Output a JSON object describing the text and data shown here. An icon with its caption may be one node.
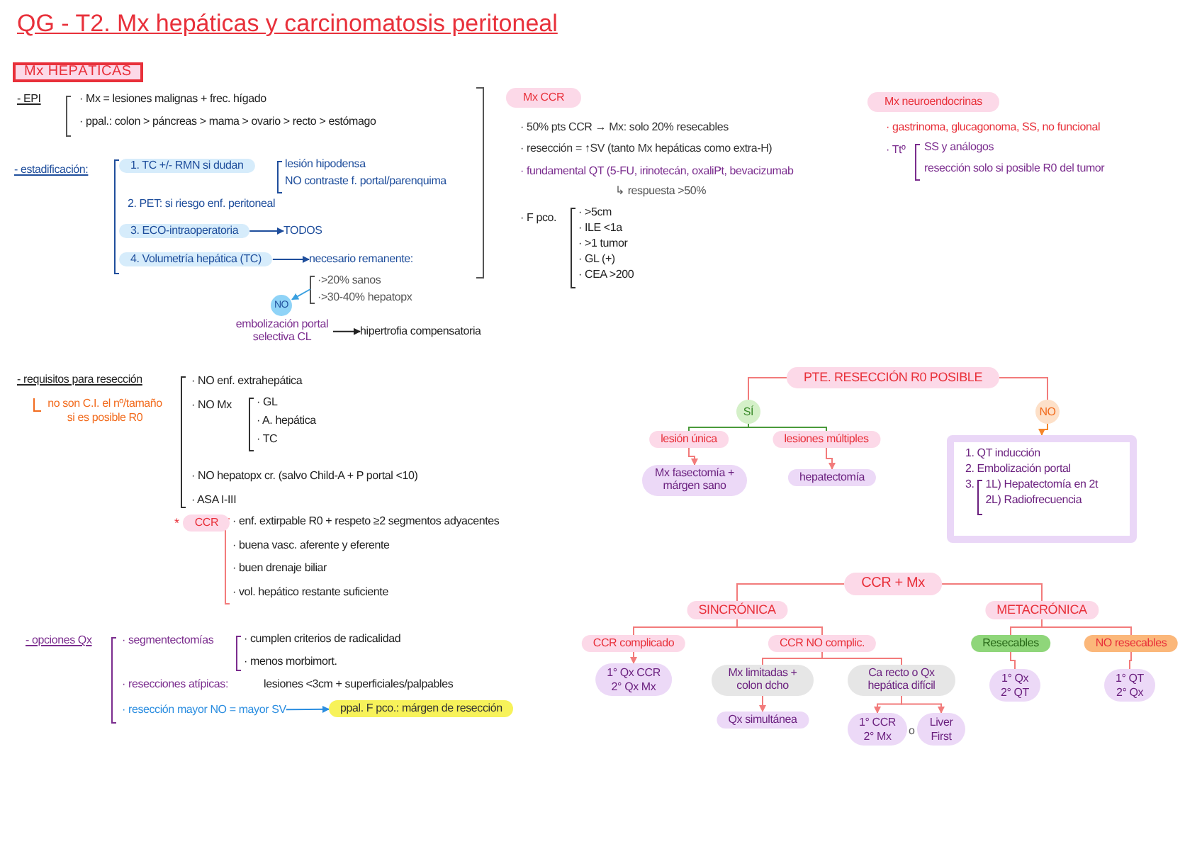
{
  "diagram": {
    "title": "QG - T2. Mx hepáticas y carcinomatosis peritoneal",
    "nodes": [
      {
        "text": [
          "Mx HEPÁTICAS"
        ]
      },
      {
        "text": [
          "1. TC +/- RMN si dudan"
        ]
      },
      {
        "text": [
          "3. ECO-intraoperatoria"
        ]
      },
      {
        "text": [
          "TODOS"
        ]
      },
      {
        "text": [
          "4. Volumetría hepática (TC)"
        ]
      },
      {
        "text": [
          "necesario remanente:"
        ]
      },
      {
        "text": [
          "NO"
        ]
      },
      {
        "text": [
          "embolización portal selectiva CL"
        ]
      },
      {
        "text": [
          "hipertrofia compensatoria"
        ]
      },
      {
        "text": [
          "Mx CCR"
        ]
      },
      {
        "text": [
          "Mx neuroendocrinas"
        ]
      },
      {
        "text": [
          "CCR"
        ],
        "beside": [
          "*"
        ]
      },
      {
        "text": [
          "· resección mayor NO = mayor SV"
        ]
      },
      {
        "text": [
          "ppal. F pco.: márgen de resección"
        ]
      },
      {
        "text": [
          "PTE. RESECCIÓN R0 POSIBLE"
        ]
      },
      {
        "text": [
          "SÍ"
        ]
      },
      {
        "text": [
          "NO"
        ]
      },
      {
        "text": [
          "lesión única"
        ]
      },
      {
        "text": [
          "lesiones múltiples"
        ]
      },
      {
        "text": [
          "Mx fasectomía + márgen sano"
        ]
      },
      {
        "text": [
          "hepatectomía"
        ]
      },
      {
        "text": [
          "1. QT inducción",
          "2. Embolización portal",
          "3.",
          "1L) Hepatectomía en 2t",
          "2L) Radiofrecuencia"
        ]
      },
      {
        "text": [
          "CCR + Mx"
        ]
      },
      {
        "text": [
          "SINCRÓNICA"
        ]
      },
      {
        "text": [
          "METACRÓNICA"
        ]
      },
      {
        "text": [
          "CCR complicado"
        ]
      },
      {
        "text": [
          "CCR NO complic."
        ]
      },
      {
        "text": [
          "1° Qx CCR",
          "2° Qx Mx"
        ]
      },
      {
        "text": [
          "Mx limitadas + colon dcho"
        ]
      },
      {
        "text": [
          "Ca recto o Qx hepática difícil"
        ]
      },
      {
        "text": [
          "Qx simultánea"
        ]
      },
      {
        "text": [
          "1° CCR",
          "2° Mx"
        ]
      },
      {
        "text": [
          "Liver First"
        ]
      },
      {
        "text": [
          "Resecables"
        ]
      },
      {
        "text": [
          "NO resecables"
        ]
      },
      {
        "text": [
          "1° Qx",
          "2° QT"
        ]
      },
      {
        "text": [
          "1° QT",
          "2° Qx"
        ]
      },
      {
        "text": [
          "·>20% sanos",
          "·>30-40% hepatopx"
        ]
      }
    ],
    "edges": [
      {
        "from": 2,
        "to": 3,
        "arrow": "to",
        "color": "#1f4e9c"
      },
      {
        "from": 4,
        "to": 5,
        "arrow": "to",
        "color": "#1f4e9c"
      },
      {
        "from": 37,
        "to": 6,
        "arrow": "to",
        "color": "#3aa0e0"
      },
      {
        "from": 7,
        "to": 8,
        "arrow": "to",
        "color": "#222222"
      },
      {
        "from": 12,
        "to": 13,
        "arrow": "to",
        "color": "#2a8de0"
      },
      {
        "from": 14,
        "to": 15,
        "arrow": "none"
      },
      {
        "from": 14,
        "to": 16,
        "arrow": "none"
      },
      {
        "from": 15,
        "to": 17,
        "arrow": "none",
        "color": "#4a9a3a"
      },
      {
        "from": 15,
        "to": 18,
        "arrow": "none",
        "color": "#4a9a3a"
      },
      {
        "from": 16,
        "to": 21,
        "arrow": "to",
        "color": "#f5862a"
      },
      {
        "from": 17,
        "to": 19,
        "arrow": "to"
      },
      {
        "from": 18,
        "to": 20,
        "arrow": "to"
      },
      {
        "from": 22,
        "to": 23,
        "arrow": "none"
      },
      {
        "from": 22,
        "to": 24,
        "arrow": "none"
      },
      {
        "from": 23,
        "to": 25,
        "arrow": "none"
      },
      {
        "from": 23,
        "to": 26,
        "arrow": "none"
      },
      {
        "from": 25,
        "to": 27,
        "arrow": "to"
      },
      {
        "from": 26,
        "to": 28,
        "arrow": "none"
      },
      {
        "from": 26,
        "to": 29,
        "arrow": "none"
      },
      {
        "from": 28,
        "to": 30,
        "arrow": "to"
      },
      {
        "from": 29,
        "to": 31,
        "arrow": "to"
      },
      {
        "from": 29,
        "to": 32,
        "arrow": "to"
      },
      {
        "from": 24,
        "to": 33,
        "arrow": "none"
      },
      {
        "from": 24,
        "to": 34,
        "arrow": "none"
      },
      {
        "from": 33,
        "to": 35,
        "arrow": "none"
      },
      {
        "from": 34,
        "to": 36,
        "arrow": "none"
      }
    ],
    "labels": [
      "- EPI",
      "· Mx = lesiones malignas + frec. hígado",
      "· ppal.: colon > páncreas > mama > ovario > recto > estómago",
      "- estadificación:",
      "lesión hipodensa",
      "NO contraste f. portal/parenquima",
      "2. PET: si riesgo enf. peritoneal",
      "- requisitos para resección",
      "no son C.I. el nº/tamaño si es posible R0",
      "· NO enf. extrahepática",
      "· NO Mx",
      "· GL",
      "· A. hepática",
      "· TC",
      "· NO hepatopx cr. (salvo Child-A + P portal <10)",
      "· ASA I-III",
      "· enf. extirpable R0 + respeto ≥2 segmentos adyacentes",
      "· buena vasc. aferente y eferente",
      "· buen drenaje biliar",
      "· vol. hepático restante suficiente",
      "- opciones Qx",
      "· segmentectomías",
      "· cumplen criterios de radicalidad",
      "· menos morbimort.",
      "· resecciones atípicas:",
      "lesiones <3cm + superficiales/palpables",
      "· 50% pts CCR → Mx: solo 20% resecables",
      "· resección = ↑SV (tanto Mx hepáticas como extra-H)",
      "· fundamental QT (5-FU, irinotecán, oxaliPt, bevacizumab",
      "↳ respuesta >50%",
      "· F pco.",
      "· >5cm",
      "· ILE <1a",
      "· >1 tumor",
      "· GL (+)",
      "· CEA >200",
      "· gastrinoma, glucagonoma, SS, no funcional",
      "· Ttº",
      "SS y análogos",
      "resección solo si posible R0 del tumor",
      "o"
    ]
  }
}
